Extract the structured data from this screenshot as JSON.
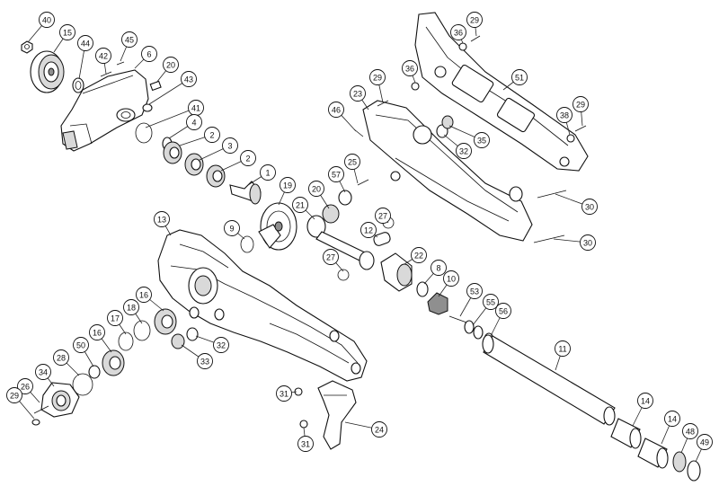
{
  "callouts": [
    {
      "label": "40"
    },
    {
      "label": "15"
    },
    {
      "label": "44"
    },
    {
      "label": "42"
    },
    {
      "label": "45"
    },
    {
      "label": "6"
    },
    {
      "label": "20"
    },
    {
      "label": "43"
    },
    {
      "label": "41"
    },
    {
      "label": "4"
    },
    {
      "label": "2"
    },
    {
      "label": "3"
    },
    {
      "label": "2"
    },
    {
      "label": "1"
    },
    {
      "label": "19"
    },
    {
      "label": "13"
    },
    {
      "label": "9"
    },
    {
      "label": "16"
    },
    {
      "label": "18"
    },
    {
      "label": "17"
    },
    {
      "label": "16"
    },
    {
      "label": "50"
    },
    {
      "label": "28"
    },
    {
      "label": "34"
    },
    {
      "label": "26"
    },
    {
      "label": "29"
    },
    {
      "label": "33"
    },
    {
      "label": "32"
    },
    {
      "label": "31"
    },
    {
      "label": "31"
    },
    {
      "label": "24"
    },
    {
      "label": "21"
    },
    {
      "label": "20"
    },
    {
      "label": "57"
    },
    {
      "label": "25"
    },
    {
      "label": "12"
    },
    {
      "label": "27"
    },
    {
      "label": "27"
    },
    {
      "label": "22"
    },
    {
      "label": "8"
    },
    {
      "label": "10"
    },
    {
      "label": "53"
    },
    {
      "label": "55"
    },
    {
      "label": "56"
    },
    {
      "label": "11"
    },
    {
      "label": "14"
    },
    {
      "label": "14"
    },
    {
      "label": "48"
    },
    {
      "label": "49"
    },
    {
      "label": "46"
    },
    {
      "label": "23"
    },
    {
      "label": "29"
    },
    {
      "label": "36"
    },
    {
      "label": "36"
    },
    {
      "label": "29"
    },
    {
      "label": "51"
    },
    {
      "label": "38"
    },
    {
      "label": "29"
    },
    {
      "label": "32"
    },
    {
      "label": "35"
    },
    {
      "label": "30"
    },
    {
      "label": "30"
    }
  ]
}
